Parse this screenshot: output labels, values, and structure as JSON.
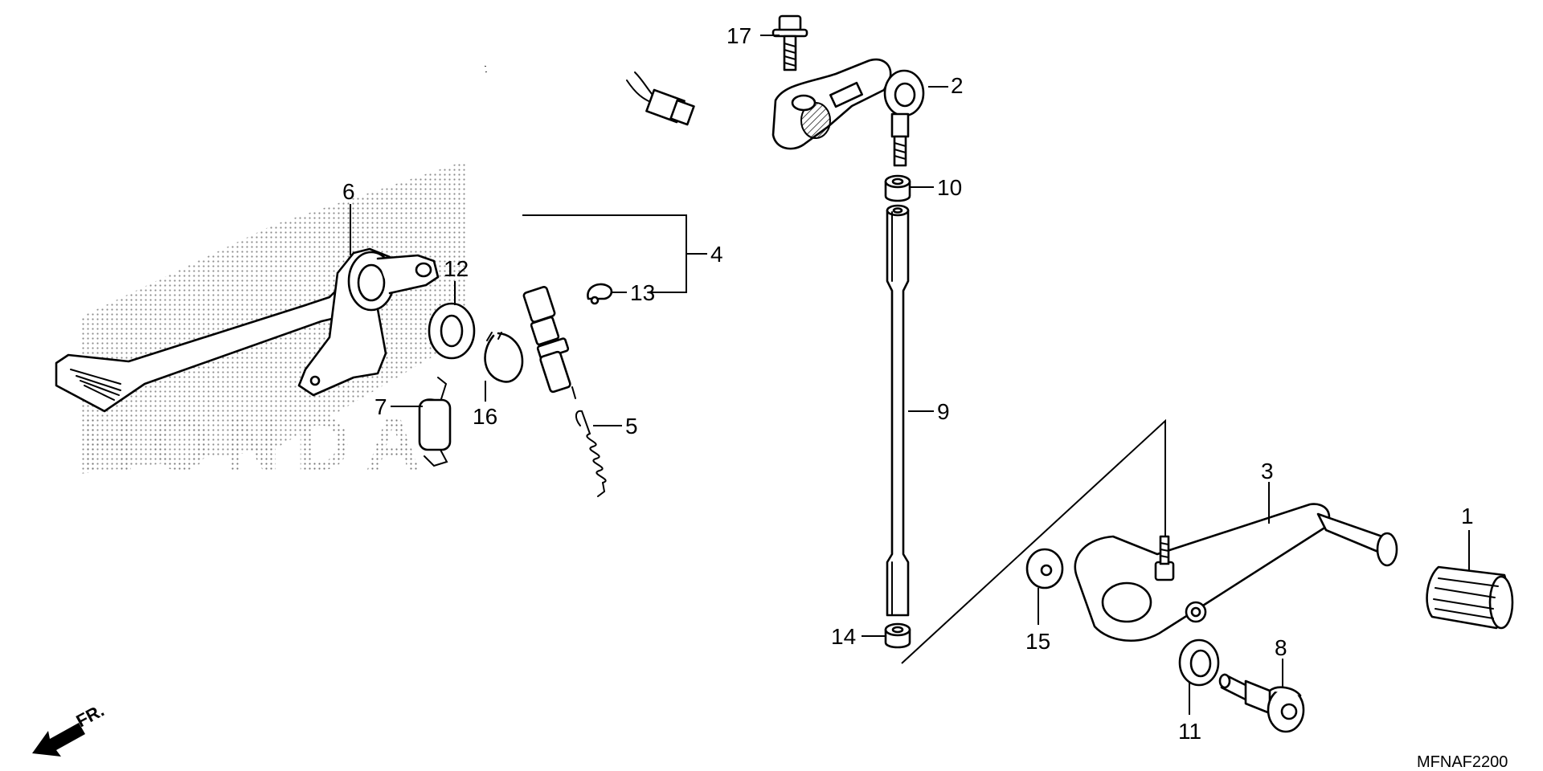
{
  "diagram_code": "MFNAF2200",
  "direction_label": "FR.",
  "watermark_text": "HONDA",
  "colors": {
    "ink": "#000000",
    "paper": "#ffffff",
    "dot": "#777777"
  },
  "parts": [
    {
      "callout": "1"
    },
    {
      "callout": "2"
    },
    {
      "callout": "3"
    },
    {
      "callout": "4"
    },
    {
      "callout": "5"
    },
    {
      "callout": "6"
    },
    {
      "callout": "7"
    },
    {
      "callout": "8"
    },
    {
      "callout": "9"
    },
    {
      "callout": "10"
    },
    {
      "callout": "11"
    },
    {
      "callout": "12"
    },
    {
      "callout": "13"
    },
    {
      "callout": "14"
    },
    {
      "callout": "15"
    },
    {
      "callout": "16"
    },
    {
      "callout": "17"
    }
  ]
}
